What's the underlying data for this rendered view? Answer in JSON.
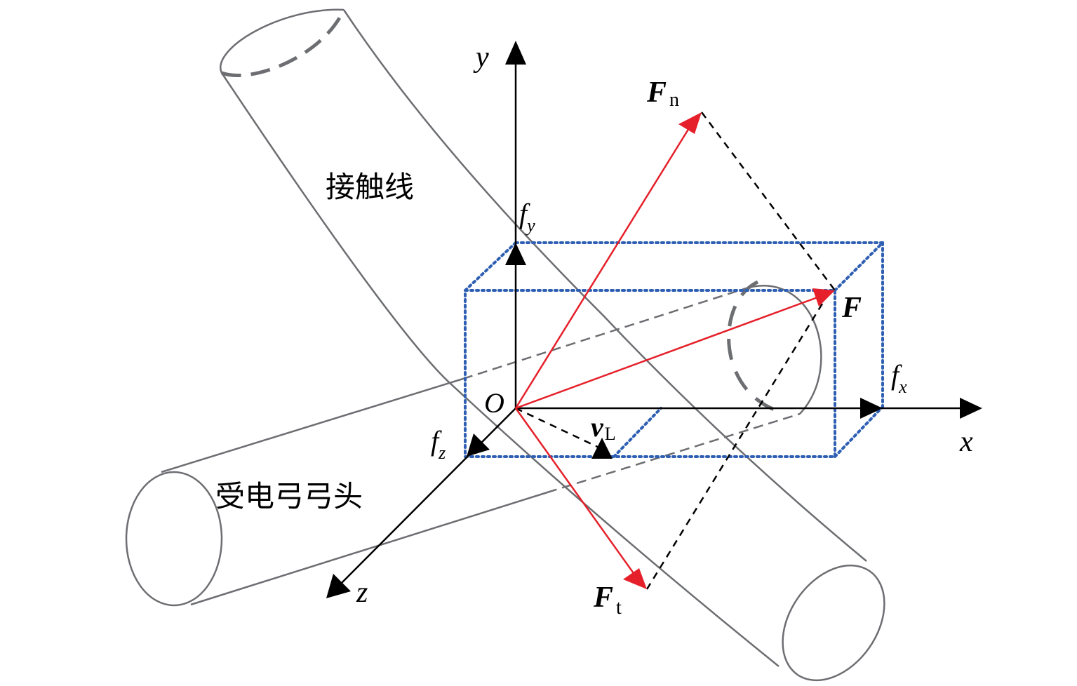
{
  "labels": {
    "contact_wire": "接触线",
    "pantograph_head": "受电弓弓头",
    "axis_x": "x",
    "axis_y": "y",
    "axis_z": "z",
    "origin": "O",
    "f_x": {
      "main": "f",
      "sub": "x"
    },
    "f_y": {
      "main": "f",
      "sub": "y"
    },
    "f_z": {
      "main": "f",
      "sub": "z"
    },
    "F": "F",
    "F_n": {
      "main": "F",
      "sub": "n"
    },
    "F_t": {
      "main": "F",
      "sub": "t"
    },
    "v_L": {
      "main": "v",
      "sub": "L"
    }
  },
  "colors": {
    "cylinder_outline": "#6d6e72",
    "axis": "#000000",
    "force_vector": "#e5202a",
    "box_dotted": "#2f5fb3",
    "projection_dashed": "#000000"
  }
}
